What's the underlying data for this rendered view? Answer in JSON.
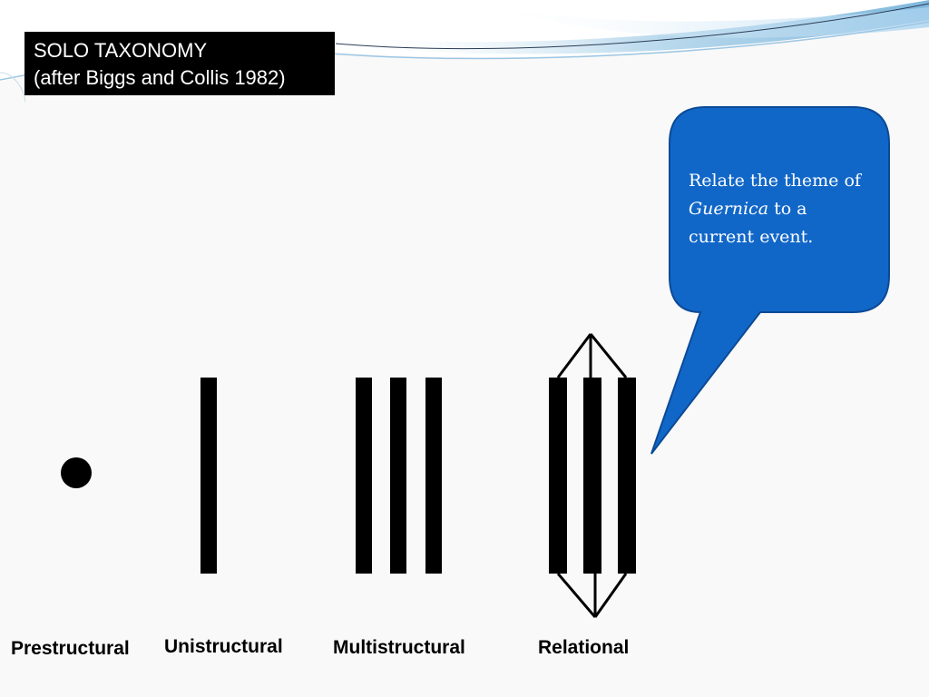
{
  "title": {
    "line1": "SOLO TAXONOMY",
    "line2": "(after Biggs and Collis 1982)"
  },
  "stages": {
    "prestructural": "Prestructural",
    "unistructural": "Unistructural",
    "multistructural": "Multistructural",
    "relational": "Relational"
  },
  "callout": {
    "text_before": "Relate the theme of ",
    "emphasis": "Guernica",
    "text_after": " to a current event."
  },
  "colors": {
    "callout_fill": "#1167c8",
    "callout_stroke": "#0b4a96",
    "bars": "#000000",
    "title_bg": "#000000"
  }
}
